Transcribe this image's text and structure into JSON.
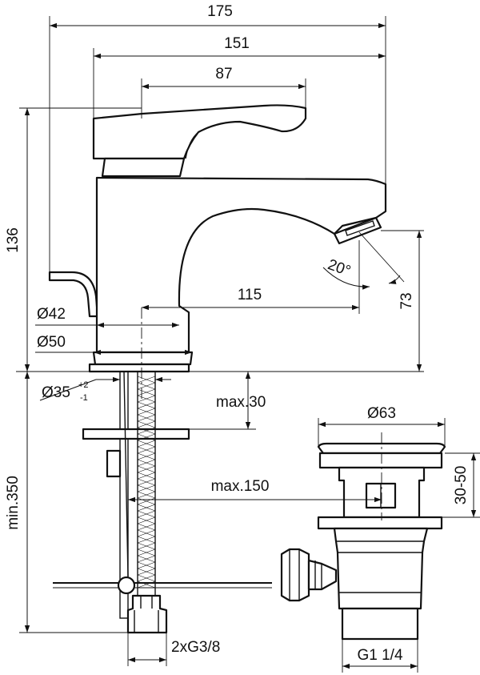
{
  "drawing": {
    "dimensions": {
      "overall_width": "175",
      "spout_reach_total": "151",
      "lever_length": "87",
      "overall_height": "136",
      "body_diameter": "Ø42",
      "base_diameter": "Ø50",
      "hole_diameter": "Ø35",
      "hole_tol_plus": "+2",
      "hole_tol_minus": "-1",
      "spout_reach": "115",
      "spout_angle": "20°",
      "spout_height": "73",
      "max_thickness": "max.30",
      "waste_diameter": "Ø63",
      "waste_height": "30-50",
      "max_tail_length": "max.150",
      "min_hose_length": "min.350",
      "connection_thread": "2xG3/8",
      "waste_thread": "G1 1/4"
    }
  }
}
